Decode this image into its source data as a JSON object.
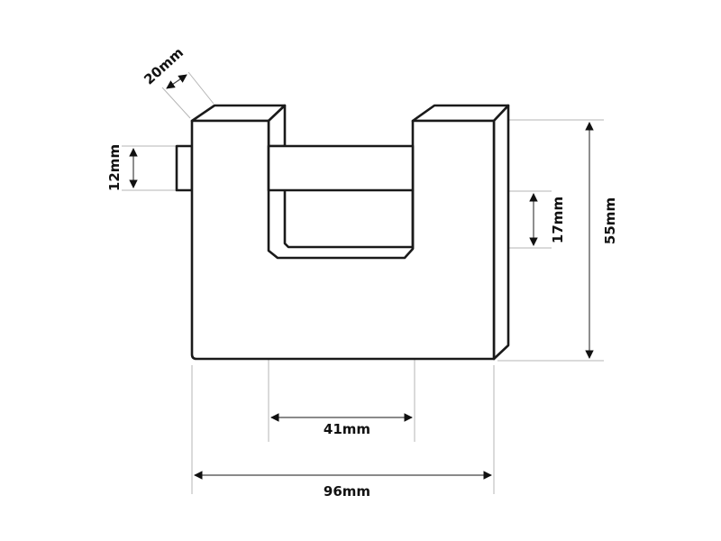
{
  "title": "Padlock dimensions",
  "dimensions": {
    "width_total": "96mm",
    "shackle_inner_width": "41mm",
    "height_total": "55mm",
    "shackle_clearance": "17mm",
    "shackle_thickness": "12mm",
    "depth": "20mm"
  },
  "colors": {
    "outline": "#1a1a1a",
    "dimension_line": "#b5b5b5"
  }
}
